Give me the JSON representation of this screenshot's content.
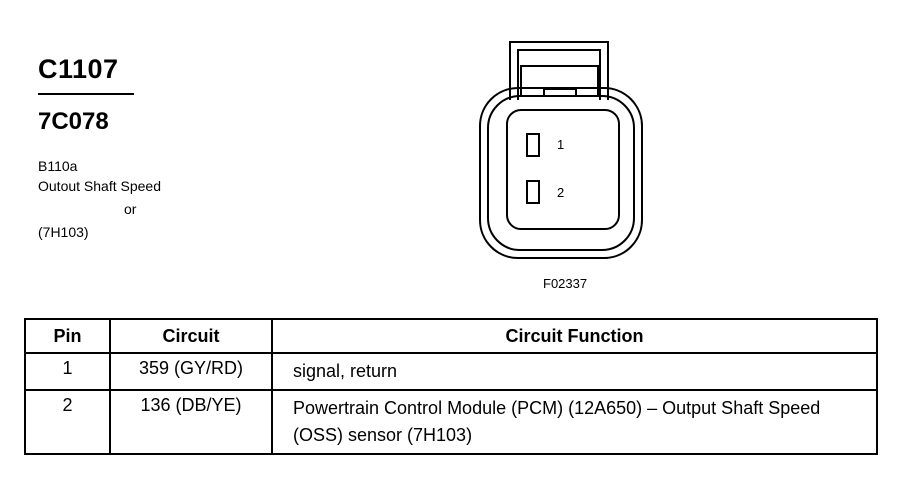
{
  "header": {
    "connector_code": "C1107",
    "part_number": "7C078",
    "location": "B110a",
    "description": "Outout Shaft Speed",
    "or_text": "or",
    "alt_part": "(7H103)"
  },
  "diagram": {
    "pins": [
      {
        "number": "1"
      },
      {
        "number": "2"
      }
    ],
    "figure_id": "F02337"
  },
  "table": {
    "headers": [
      "Pin",
      "Circuit",
      "Circuit Function"
    ],
    "rows": [
      {
        "pin": "1",
        "circuit": "359 (GY/RD)",
        "function": "signal, return"
      },
      {
        "pin": "2",
        "circuit": "136 (DB/YE)",
        "function": "Powertrain Control Module (PCM) (12A650) – Output Shaft Speed (OSS) sensor (7H103)"
      }
    ]
  }
}
